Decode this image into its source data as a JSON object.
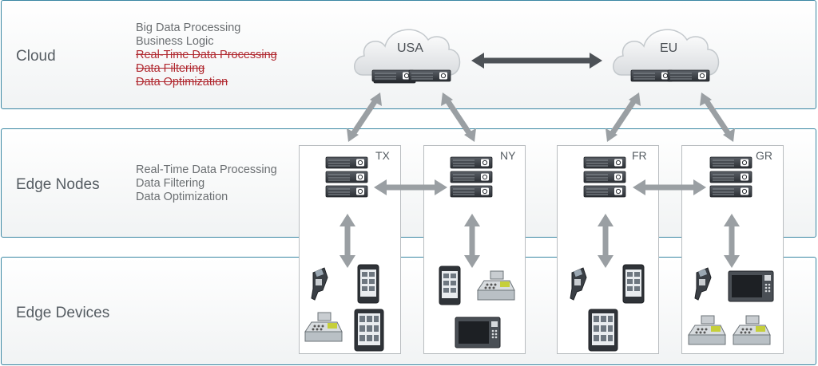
{
  "tiers": {
    "cloud": {
      "label": "Cloud",
      "features": [
        "Big Data Processing",
        "Business Logic"
      ],
      "struck_features": [
        "Real-Time Data Processing",
        "Data Filtering",
        "Data Optimization"
      ]
    },
    "edge_nodes": {
      "label": "Edge Nodes",
      "features": [
        "Real-Time Data Processing",
        "Data Filtering",
        "Data Optimization"
      ]
    },
    "edge_devices": {
      "label": "Edge Devices"
    }
  },
  "clouds": {
    "usa": "USA",
    "eu": "EU"
  },
  "sites": {
    "tx": "TX",
    "ny": "NY",
    "fr": "FR",
    "gr": "GR"
  },
  "colors": {
    "tier_border": "#3a87a3",
    "struck_text": "#b0282f",
    "arrow": "#9a9fa3",
    "cloud_arrow": "#4d5257"
  }
}
